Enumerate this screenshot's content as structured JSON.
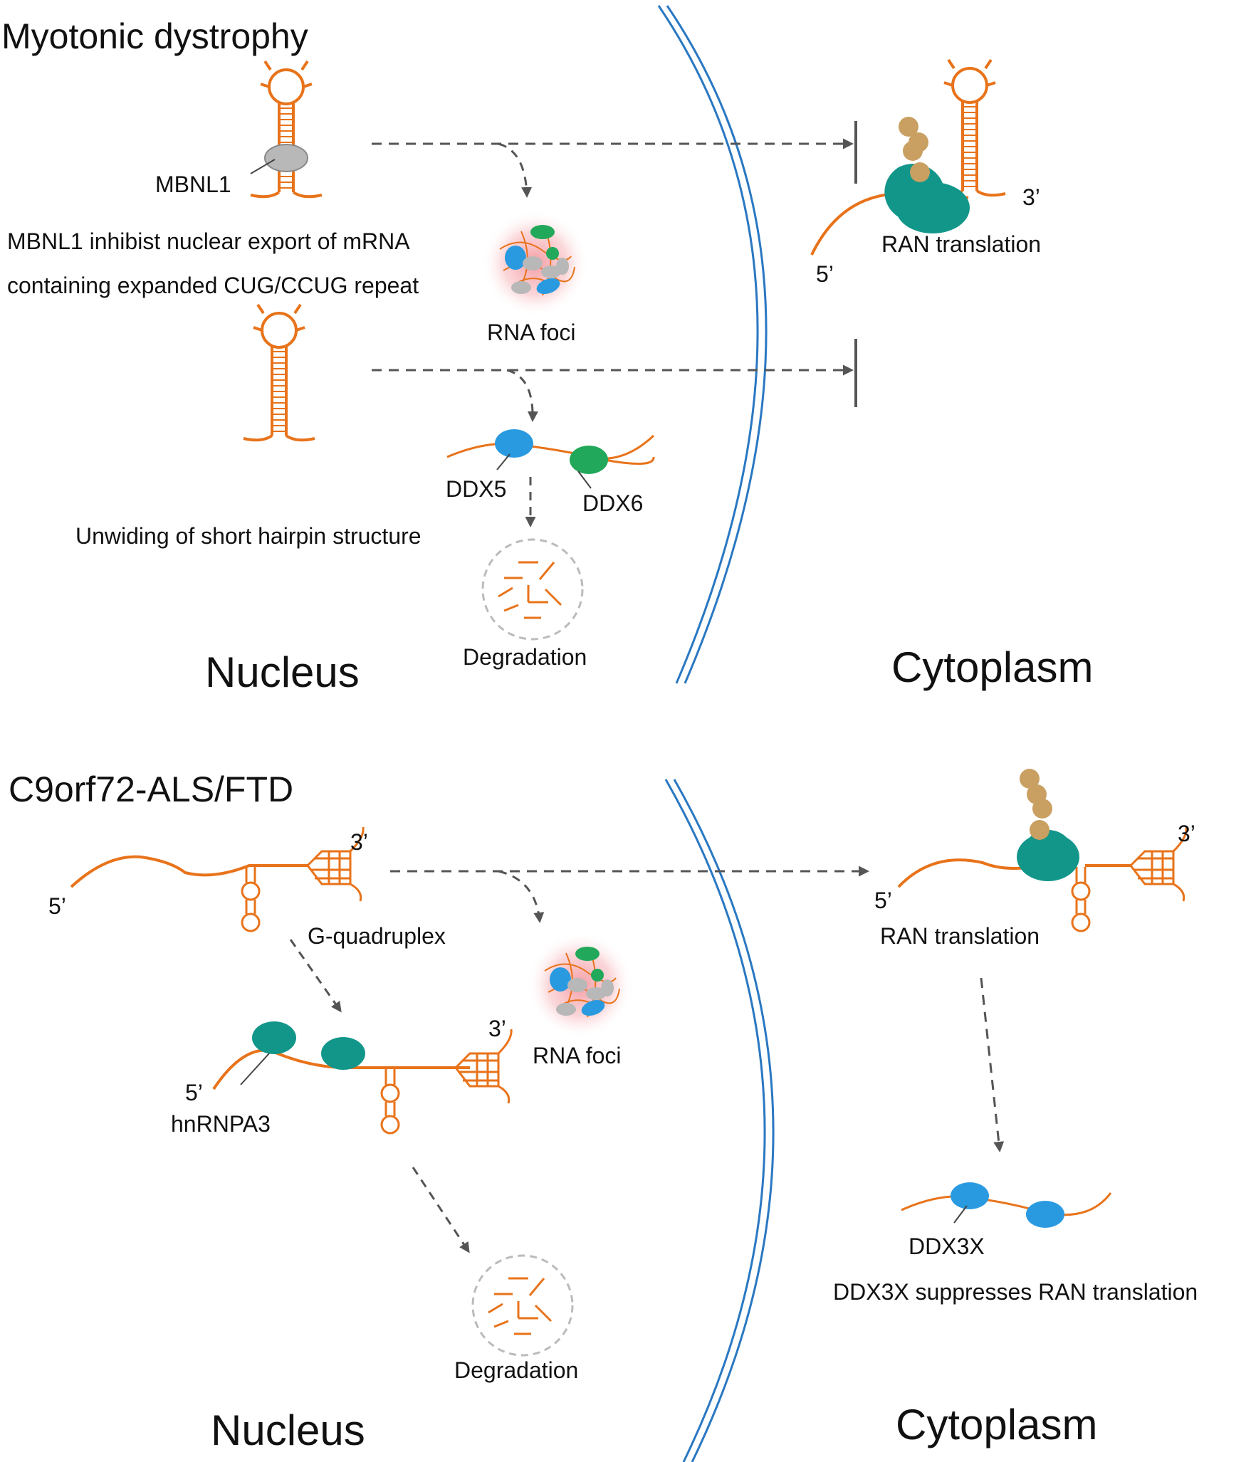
{
  "top": {
    "title": "Myotonic dystrophy",
    "mbnl1_label": "MBNL1",
    "desc_line1": "MBNL1 inhibist nuclear export of mRNA",
    "desc_line2": "containing expanded CUG/CCUG repeat",
    "rna_foci": "RNA foci",
    "ddx5": "DDX5",
    "ddx6": "DDX6",
    "unwinding": "Unwiding of short hairpin structure",
    "degradation": "Degradation",
    "nucleus": "Nucleus",
    "cytoplasm": "Cytoplasm",
    "ran_translation": "RAN translation",
    "five_prime": "5’",
    "three_prime": "3’"
  },
  "bottom": {
    "title": "C9orf72-ALS/FTD",
    "five_prime": "5’",
    "three_prime": "3’",
    "gquad": "G-quadruplex",
    "rna_foci": "RNA foci",
    "hn_five_prime": "5’",
    "hn_three_prime": "3’",
    "hnrnpa3": "hnRNPA3",
    "degradation": "Degradation",
    "nucleus": "Nucleus",
    "cytoplasm": "Cytoplasm",
    "ran_five_prime": "5’",
    "ran_three_prime": "3’",
    "ran_translation": "RAN translation",
    "ddx3x": "DDX3X",
    "ddx3x_desc": "DDX3X suppresses RAN translation"
  },
  "colors": {
    "rna": "#e8731a",
    "membrane": "#2a78c2",
    "arrow": "#555555",
    "mbnl1": "#b8b8b8",
    "ddx5": "#2a9ae0",
    "ddx6": "#22a85a",
    "teal": "#12968a",
    "bead": "#c9a062",
    "foci_glow": "#f6b9bd"
  }
}
